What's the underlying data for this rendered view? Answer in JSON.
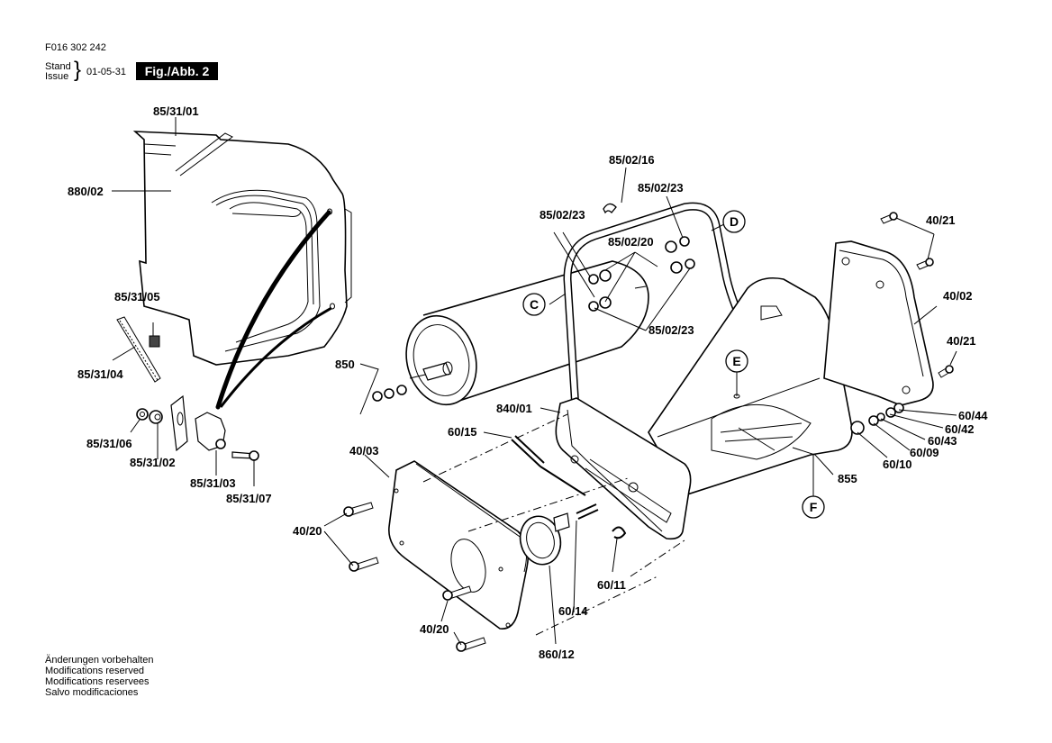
{
  "header": {
    "document_number": "F016 302 242",
    "stand_label": "Stand",
    "issue_label": "Issue",
    "brace": "}",
    "date": "01-05-31",
    "figure_label": "Fig./Abb. 2"
  },
  "footer": {
    "lines": [
      "Änderungen vorbehalten",
      "Modifications reserved",
      "Modifications reservees",
      "Salvo modificaciones"
    ]
  },
  "part_labels": {
    "grass_box_top": "85/31/01",
    "grass_box": "880/02",
    "part_85_31_05": "85/31/05",
    "part_85_31_04": "85/31/04",
    "part_85_31_06": "85/31/06",
    "part_85_31_02": "85/31/02",
    "part_85_31_03": "85/31/03",
    "part_85_31_07": "85/31/07",
    "roller": "850",
    "side_plate": "840/01",
    "spring_60_15": "60/15",
    "cover_40_03": "40/03",
    "screw_40_20_a": "40/20",
    "screw_40_20_b": "40/20",
    "knob_860_12": "860/12",
    "spring_60_14": "60/14",
    "spring_60_11": "60/11",
    "clip_85_02_16": "85/02/16",
    "washer_85_02_23_a": "85/02/23",
    "washer_85_02_23_b": "85/02/23",
    "washer_85_02_23_c": "85/02/23",
    "nut_85_02_20": "85/02/20",
    "screw_40_21_a": "40/21",
    "screw_40_21_b": "40/21",
    "cover_40_02": "40/02",
    "part_60_44": "60/44",
    "part_60_42": "60/42",
    "part_60_43": "60/43",
    "part_60_09": "60/09",
    "part_60_10": "60/10",
    "cutter_855": "855"
  },
  "callouts": {
    "C": "C",
    "D": "D",
    "E": "E",
    "F": "F"
  }
}
